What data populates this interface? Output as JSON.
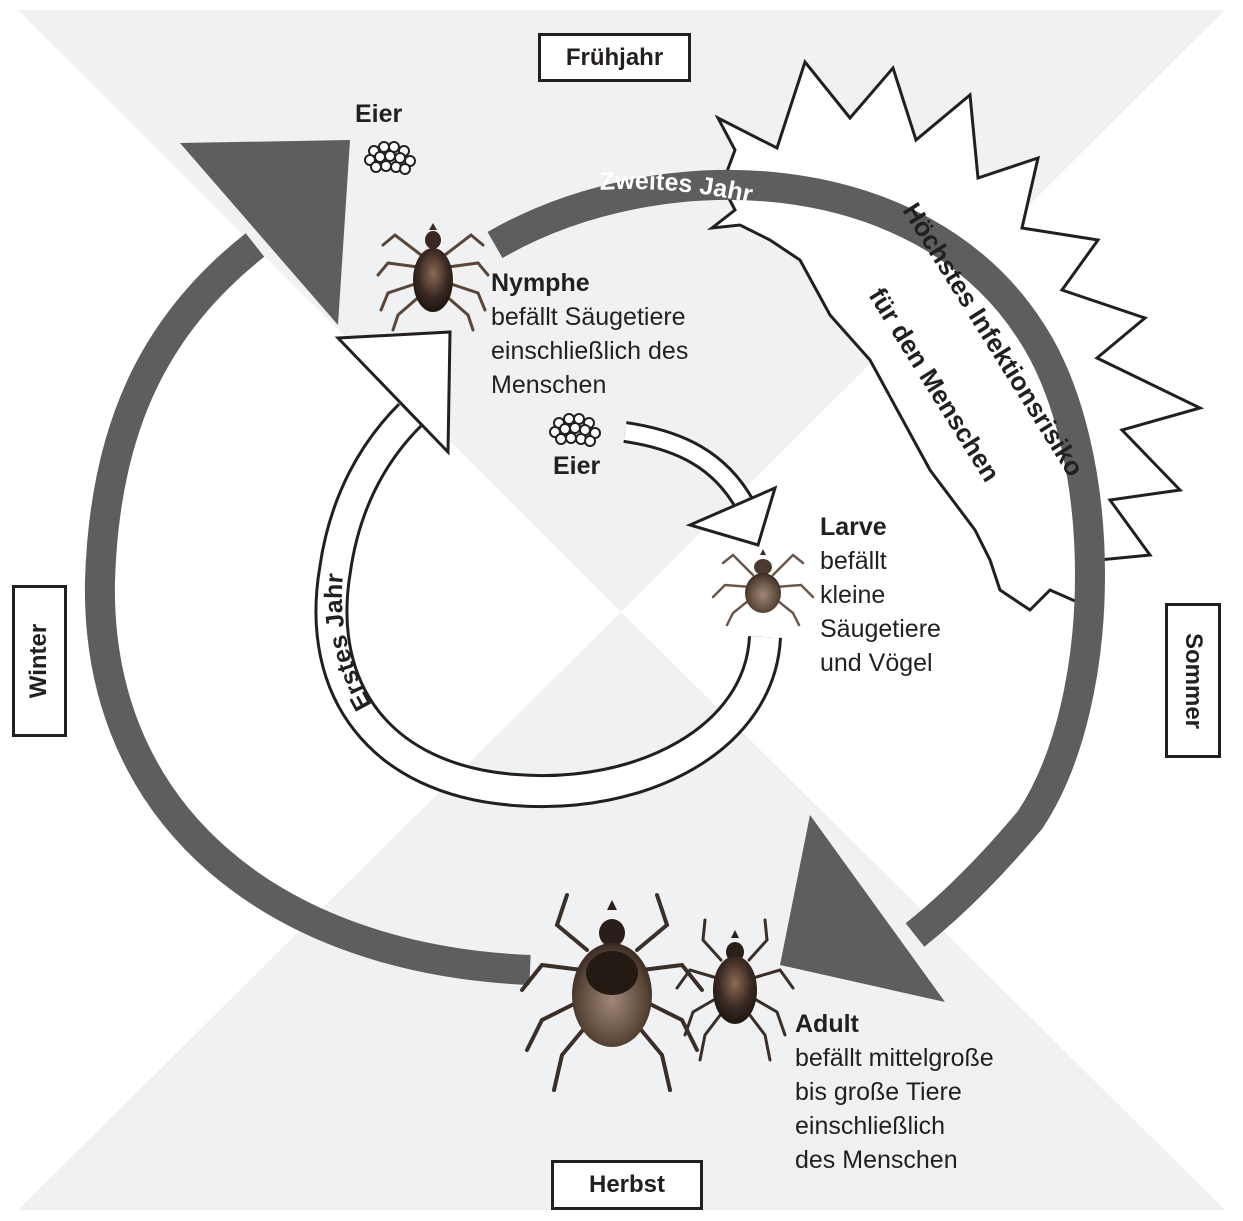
{
  "seasons": {
    "spring": "Frühjahr",
    "summer": "Sommer",
    "autumn": "Herbst",
    "winter": "Winter"
  },
  "arrows": {
    "first_year": "Erstes Jahr",
    "second_year": "Zweites Jahr"
  },
  "risk": {
    "line1": "Höchstes Infektionsrisiko",
    "line2": "für den Menschen"
  },
  "stages": {
    "eggs_top": "Eier",
    "eggs_middle": "Eier",
    "nymph": {
      "title": "Nymphe",
      "lines": [
        "befällt Säugetiere",
        "einschließlich des",
        "Menschen"
      ]
    },
    "larva": {
      "title": "Larve",
      "lines": [
        "befällt",
        "kleine",
        "Säugetiere",
        "und Vögel"
      ]
    },
    "adult": {
      "title": "Adult",
      "lines": [
        "befällt mittelgroße",
        "bis große Tiere",
        "einschließlich",
        "des Menschen"
      ]
    }
  },
  "colors": {
    "background_triangles": "#f0f1f2",
    "dark_arrow": "#5d5e60",
    "outline": "#231f20",
    "tick_body": "#3b2a22"
  }
}
